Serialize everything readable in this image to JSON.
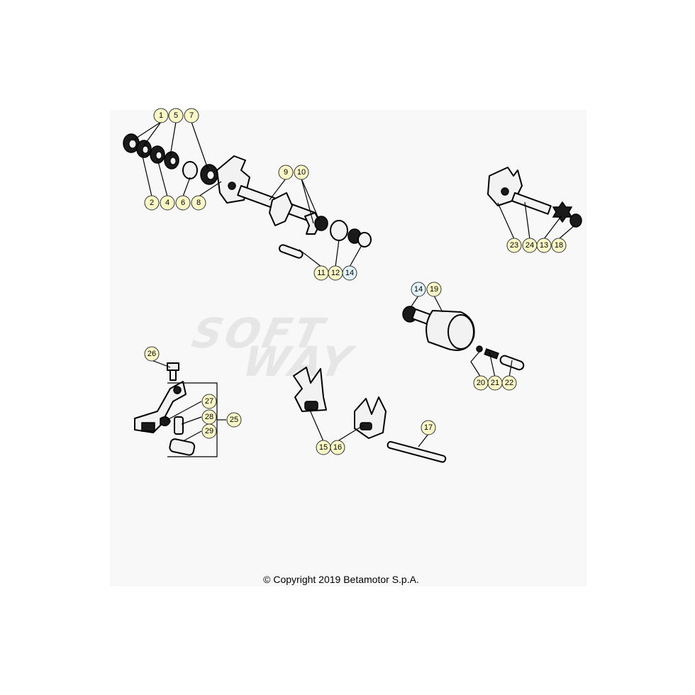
{
  "colors": {
    "background": "#ffffff",
    "panel": "#f8f8f8",
    "callout_fill": "#fbf8c8",
    "callout_fill_blue": "#e3f3fb",
    "line": "#000000"
  },
  "watermark": {
    "line1": "SOFT",
    "line2": "WAY"
  },
  "callouts": [
    {
      "label": "1",
      "variant": "yellow"
    },
    {
      "label": "5",
      "variant": "yellow"
    },
    {
      "label": "7",
      "variant": "yellow"
    },
    {
      "label": "2",
      "variant": "yellow"
    },
    {
      "label": "4",
      "variant": "yellow"
    },
    {
      "label": "6",
      "variant": "yellow"
    },
    {
      "label": "8",
      "variant": "yellow"
    },
    {
      "label": "9",
      "variant": "yellow"
    },
    {
      "label": "10",
      "variant": "yellow"
    },
    {
      "label": "11",
      "variant": "yellow"
    },
    {
      "label": "12",
      "variant": "yellow"
    },
    {
      "label": "14",
      "variant": "blue"
    },
    {
      "label": "23",
      "variant": "yellow"
    },
    {
      "label": "24",
      "variant": "yellow"
    },
    {
      "label": "13",
      "variant": "yellow"
    },
    {
      "label": "18",
      "variant": "yellow"
    },
    {
      "label": "14",
      "variant": "blue"
    },
    {
      "label": "19",
      "variant": "yellow"
    },
    {
      "label": "20",
      "variant": "yellow"
    },
    {
      "label": "21",
      "variant": "yellow"
    },
    {
      "label": "22",
      "variant": "yellow"
    },
    {
      "label": "26",
      "variant": "yellow"
    },
    {
      "label": "27",
      "variant": "yellow"
    },
    {
      "label": "28",
      "variant": "yellow"
    },
    {
      "label": "25",
      "variant": "yellow"
    },
    {
      "label": "29",
      "variant": "yellow"
    },
    {
      "label": "15",
      "variant": "yellow"
    },
    {
      "label": "16",
      "variant": "yellow"
    },
    {
      "label": "17",
      "variant": "yellow"
    }
  ],
  "footer": {
    "copyright": "© Copyright 2019 Betamotor S.p.A."
  }
}
